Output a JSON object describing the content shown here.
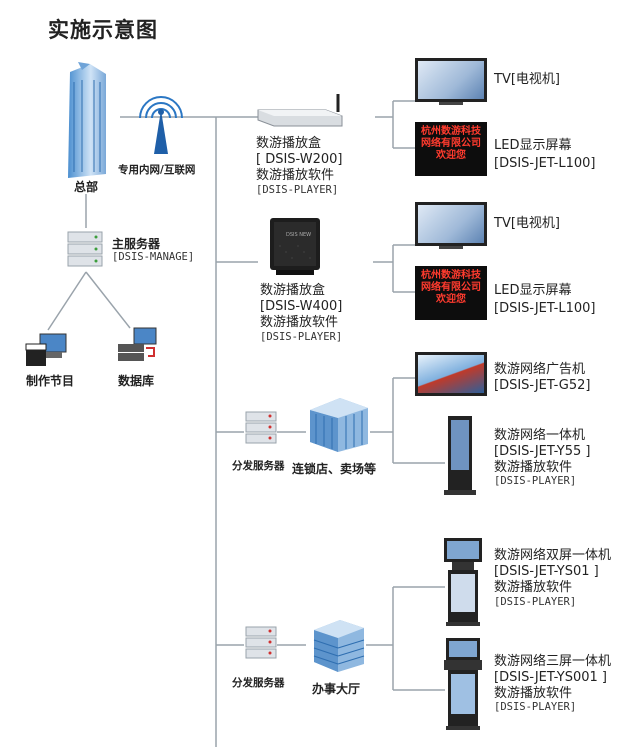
{
  "title": "实施示意图",
  "hq": {
    "label": "总部",
    "network": "专用内网/互联网"
  },
  "main_server": {
    "name": "主服务器",
    "code": "[DSIS-MANAGE]"
  },
  "hq_children": {
    "production": "制作节目",
    "database": "数据库"
  },
  "player1": {
    "name": "数游播放盒",
    "code": "[ DSIS-W200]",
    "software": "数游播放软件",
    "software_code": "[DSIS-PLAYER]"
  },
  "player2": {
    "name": "数游播放盒",
    "code": "[DSIS-W400]",
    "software": "数游播放软件",
    "software_code": "[DSIS-PLAYER]"
  },
  "screen_led_text": "杭州数游科技\n网络有限公司\n欢迎您",
  "box_brand": "DSIS NEW",
  "tv_label": "TV[电视机]",
  "led_label": "LED显示屏幕",
  "led_code": "[DSIS-JET-L100]",
  "branch1": {
    "server": "分发服务器",
    "site": "连锁店、卖场等"
  },
  "branch2": {
    "server": "分发服务器",
    "site": "办事大厅"
  },
  "g52": {
    "name": "数游网络广告机",
    "code": "[DSIS-JET-G52]"
  },
  "y55": {
    "name": "数游网络一体机",
    "code": "[DSIS-JET-Y55 ]",
    "software": "数游播放软件",
    "software_code": "[DSIS-PLAYER]"
  },
  "ys01": {
    "name": "数游网络双屏一体机",
    "code": "[DSIS-JET-YS01 ]",
    "software": "数游播放软件",
    "software_code": "[DSIS-PLAYER]"
  },
  "ys001": {
    "name": "数游网络三屏一体机",
    "code": "[DSIS-JET-YS001 ]",
    "software": "数游播放软件",
    "software_code": "[DSIS-PLAYER]"
  },
  "colors": {
    "line": "#9aa3ab",
    "led_text": "#ff3b2e",
    "screen": "#5d83b3"
  }
}
